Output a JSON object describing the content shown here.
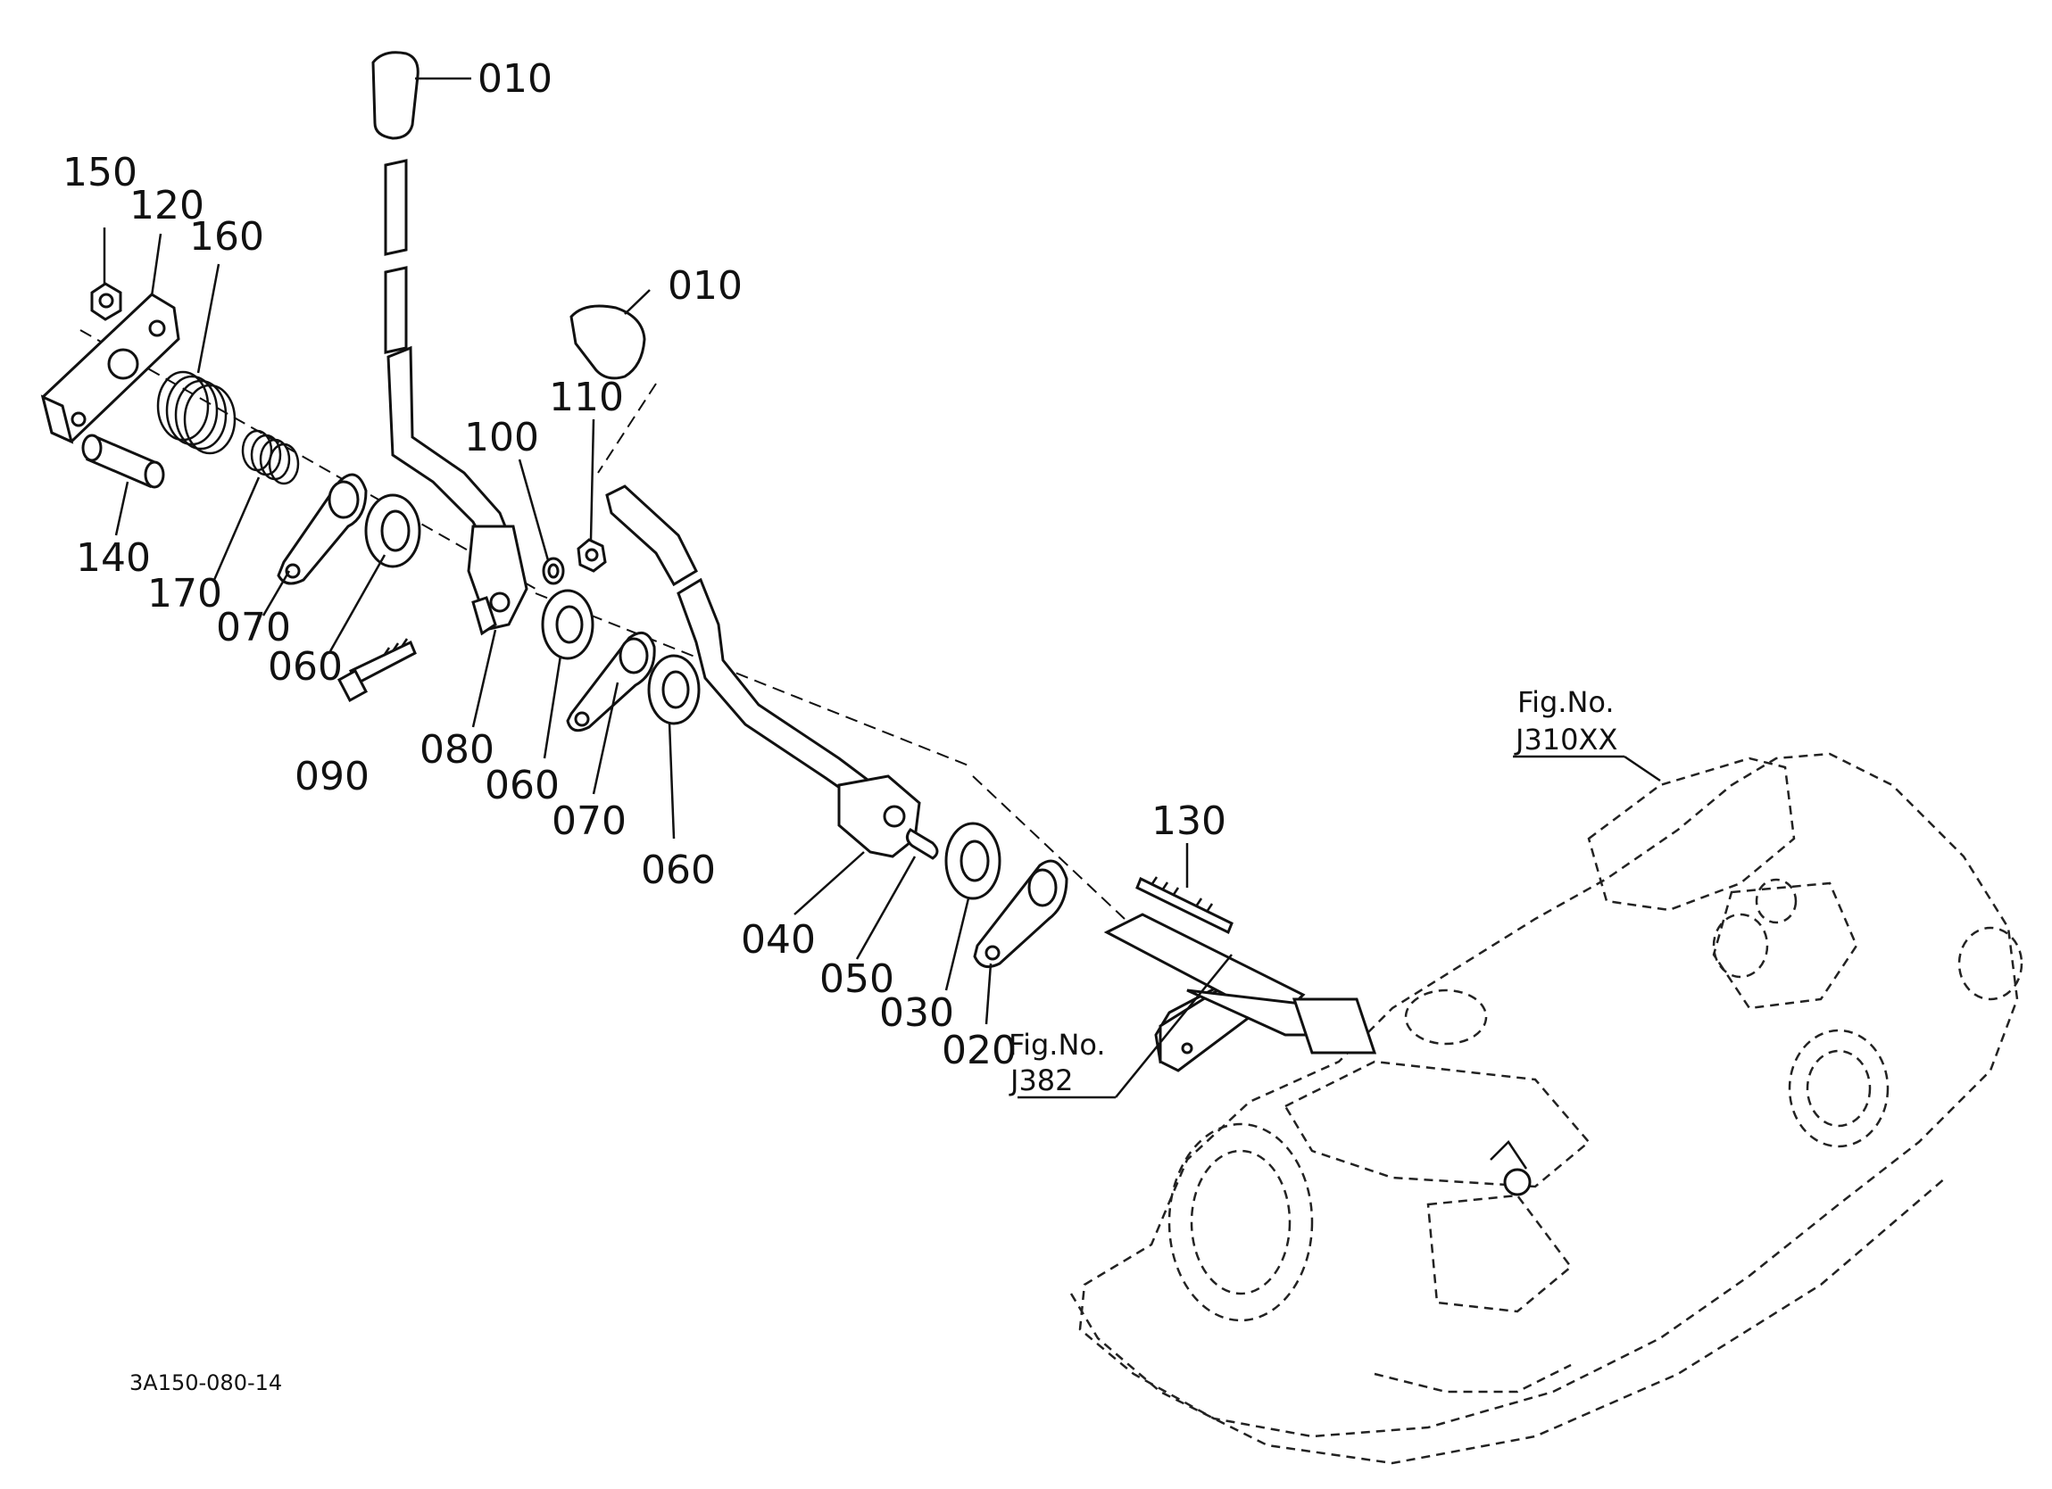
{
  "callouts": {
    "c010a": "010",
    "c010b": "010",
    "c150": "150",
    "c120": "120",
    "c160": "160",
    "c110": "110",
    "c100": "100",
    "c140": "140",
    "c170": "170",
    "c070a": "070",
    "c060a": "060",
    "c090": "090",
    "c080": "080",
    "c060b": "060",
    "c070b": "070",
    "c060c": "060",
    "c040": "040",
    "c050": "050",
    "c030": "030",
    "c020": "020",
    "c130": "130"
  },
  "fig_refs": {
    "upper_label": "Fig.No.",
    "upper_code": "J310XX",
    "lower_label": "Fig.No.",
    "lower_code": "J382"
  },
  "drawing_code": "3A150-080-14"
}
